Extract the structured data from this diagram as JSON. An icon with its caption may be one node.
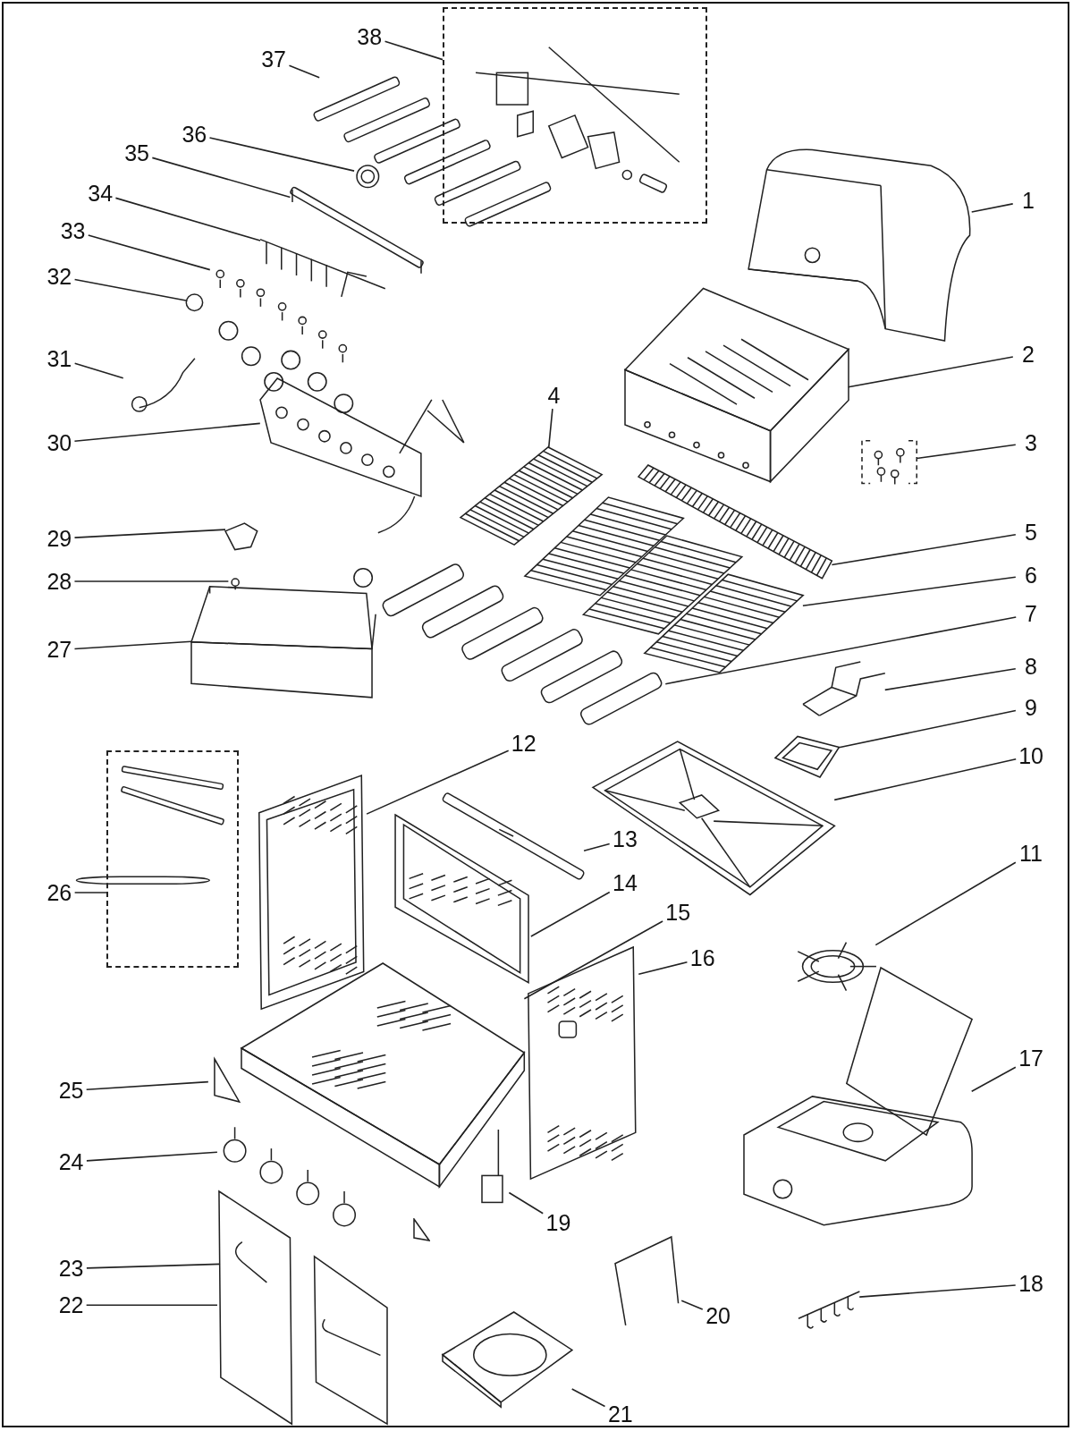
{
  "diagram": {
    "nodes": [
      {
        "text": [
          "1"
        ]
      },
      {
        "text": [
          "2"
        ]
      },
      {
        "text": [
          "3"
        ]
      },
      {
        "text": [
          "4"
        ]
      },
      {
        "text": [
          "5"
        ]
      },
      {
        "text": [
          "6"
        ]
      },
      {
        "text": [
          "7"
        ]
      },
      {
        "text": [
          "8"
        ]
      },
      {
        "text": [
          "9"
        ]
      },
      {
        "text": [
          "10"
        ]
      },
      {
        "text": [
          "11"
        ]
      },
      {
        "text": [
          "12"
        ]
      },
      {
        "text": [
          "13"
        ]
      },
      {
        "text": [
          "14"
        ]
      },
      {
        "text": [
          "15"
        ]
      },
      {
        "text": [
          "16"
        ]
      },
      {
        "text": [
          "17"
        ]
      },
      {
        "text": [
          "18"
        ]
      },
      {
        "text": [
          "19"
        ]
      },
      {
        "text": [
          "20"
        ]
      },
      {
        "text": [
          "21"
        ]
      },
      {
        "text": [
          "22"
        ]
      },
      {
        "text": [
          "23"
        ]
      },
      {
        "text": [
          "24"
        ]
      },
      {
        "text": [
          "25"
        ]
      },
      {
        "text": [
          "26"
        ]
      },
      {
        "text": [
          "27"
        ]
      },
      {
        "text": [
          "28"
        ]
      },
      {
        "text": [
          "29"
        ]
      },
      {
        "text": [
          "30"
        ]
      },
      {
        "text": [
          "31"
        ]
      },
      {
        "text": [
          "32"
        ]
      },
      {
        "text": [
          "33"
        ]
      },
      {
        "text": [
          "34"
        ]
      },
      {
        "text": [
          "35"
        ]
      },
      {
        "text": [
          "36"
        ]
      },
      {
        "text": [
          "37"
        ]
      },
      {
        "text": [
          "38"
        ]
      },
      {
        "text": [],
        "shape": "picture"
      },
      {
        "text": [],
        "shape": "picture"
      },
      {
        "text": [],
        "shape": "picture"
      },
      {
        "text": [],
        "shape": "picture"
      },
      {
        "text": [],
        "shape": "picture"
      },
      {
        "text": [],
        "shape": "picture"
      },
      {
        "text": [],
        "shape": "picture"
      },
      {
        "text": [],
        "shape": "picture"
      },
      {
        "text": [],
        "shape": "picture"
      },
      {
        "text": [],
        "shape": "picture"
      },
      {
        "text": [],
        "shape": "picture"
      },
      {
        "text": [],
        "shape": "picture"
      },
      {
        "text": [],
        "shape": "picture"
      },
      {
        "text": [],
        "shape": "picture"
      },
      {
        "text": [],
        "shape": "picture"
      },
      {
        "text": [],
        "shape": "picture"
      },
      {
        "text": [],
        "shape": "picture"
      },
      {
        "text": [],
        "shape": "picture"
      },
      {
        "text": [],
        "shape": "picture"
      },
      {
        "text": [],
        "shape": "picture"
      },
      {
        "text": [],
        "shape": "picture"
      },
      {
        "text": [],
        "shape": "picture"
      },
      {
        "text": [],
        "shape": "picture",
        "in": 59
      },
      {
        "text": [],
        "shape": "picture"
      },
      {
        "text": [],
        "shape": "picture"
      },
      {
        "text": [],
        "shape": "box"
      },
      {
        "text": [],
        "shape": "picture"
      },
      {
        "text": [],
        "shape": "picture"
      },
      {
        "text": [],
        "shape": "picture"
      },
      {
        "text": [],
        "shape": "picture"
      },
      {
        "text": [],
        "shape": "picture"
      },
      {
        "text": [],
        "shape": "picture"
      },
      {
        "text": [],
        "shape": "picture"
      },
      {
        "text": [],
        "shape": "picture"
      },
      {
        "text": [],
        "shape": "picture"
      },
      {
        "text": [],
        "shape": "picture",
        "in": 74
      },
      {
        "text": [],
        "shape": "picture"
      },
      {
        "text": [],
        "shape": "box"
      }
    ],
    "edges": [
      {
        "from": 0,
        "to": 38,
        "arrow": "none"
      },
      {
        "from": 1,
        "to": 39,
        "arrow": "none"
      },
      {
        "from": 2,
        "to": 40,
        "arrow": "none"
      },
      {
        "from": 3,
        "to": 41,
        "arrow": "none"
      },
      {
        "from": 4,
        "to": 42,
        "arrow": "none"
      },
      {
        "from": 5,
        "to": 43,
        "arrow": "none"
      },
      {
        "from": 6,
        "to": 44,
        "arrow": "none"
      },
      {
        "from": 7,
        "to": 45,
        "arrow": "none"
      },
      {
        "from": 8,
        "to": 46,
        "arrow": "none"
      },
      {
        "from": 9,
        "to": 47,
        "arrow": "none"
      },
      {
        "from": 10,
        "to": 48,
        "arrow": "none"
      },
      {
        "from": 11,
        "to": 49,
        "arrow": "none"
      },
      {
        "from": 12,
        "to": 50,
        "arrow": "none"
      },
      {
        "from": 13,
        "to": 51,
        "arrow": "none"
      },
      {
        "from": 14,
        "to": 52,
        "arrow": "none"
      },
      {
        "from": 15,
        "to": 53,
        "arrow": "none"
      },
      {
        "from": 16,
        "to": 54,
        "arrow": "none"
      },
      {
        "from": 17,
        "to": 55,
        "arrow": "none"
      },
      {
        "from": 18,
        "to": 56,
        "arrow": "none"
      },
      {
        "from": 19,
        "to": 57,
        "arrow": "none"
      },
      {
        "from": 20,
        "to": 58,
        "arrow": "none"
      },
      {
        "from": 21,
        "to": 59,
        "arrow": "none"
      },
      {
        "from": 22,
        "to": 60,
        "arrow": "none"
      },
      {
        "from": 23,
        "to": 61,
        "arrow": "none"
      },
      {
        "from": 24,
        "to": 62,
        "arrow": "none"
      },
      {
        "from": 25,
        "to": 63,
        "arrow": "none"
      },
      {
        "from": 26,
        "to": 64,
        "arrow": "none"
      },
      {
        "from": 27,
        "to": 65,
        "arrow": "none"
      },
      {
        "from": 28,
        "to": 66,
        "arrow": "none"
      },
      {
        "from": 29,
        "to": 67,
        "arrow": "none"
      },
      {
        "from": 30,
        "to": 68,
        "arrow": "none"
      },
      {
        "from": 31,
        "to": 69,
        "arrow": "none"
      },
      {
        "from": 32,
        "to": 70,
        "arrow": "none"
      },
      {
        "from": 33,
        "to": 71,
        "arrow": "none"
      },
      {
        "from": 34,
        "to": 72,
        "arrow": "none"
      },
      {
        "from": 35,
        "to": 73,
        "arrow": "none"
      },
      {
        "from": 36,
        "to": 74,
        "arrow": "none"
      },
      {
        "from": 37,
        "to": 75,
        "arrow": "none"
      }
    ]
  }
}
